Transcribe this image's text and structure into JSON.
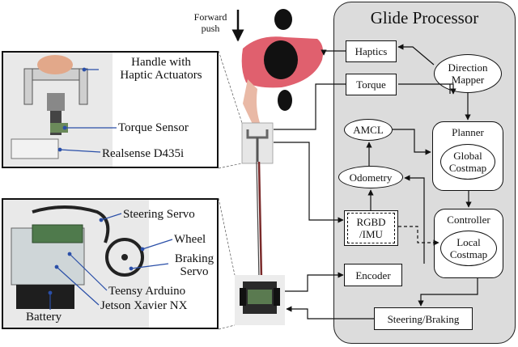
{
  "title": "Glide Processor",
  "forward_push": [
    "Forward",
    "push"
  ],
  "handle_panel": {
    "labels": {
      "handle": [
        "Handle with",
        "Haptic Actuators"
      ],
      "torque": "Torque Sensor",
      "realsense": "Realsense D435i"
    }
  },
  "base_panel": {
    "labels": {
      "steering_servo": "Steering Servo",
      "wheel": "Wheel",
      "braking_servo": [
        "Braking",
        "Servo"
      ],
      "teensy": "Teensy Arduino",
      "jetson": "Jetson Xavier NX",
      "battery": "Battery"
    }
  },
  "blocks": {
    "haptics": "Haptics",
    "torque": "Torque",
    "amcl": "AMCL",
    "odometry": "Odometry",
    "rgbd": [
      "RGBD",
      "/IMU"
    ],
    "encoder": "Encoder",
    "steering_braking": "Steering/Braking",
    "direction_mapper": [
      "Direction",
      "Mapper"
    ],
    "planner": "Planner",
    "global_costmap": [
      "Global",
      "Costmap"
    ],
    "controller": "Controller",
    "local_costmap": [
      "Local",
      "Costmap"
    ]
  },
  "colors": {
    "processor_bg": "#dcdcdc",
    "shirt": "#e0606e",
    "head": "#111111",
    "cane_line": "#7a2a2a"
  }
}
